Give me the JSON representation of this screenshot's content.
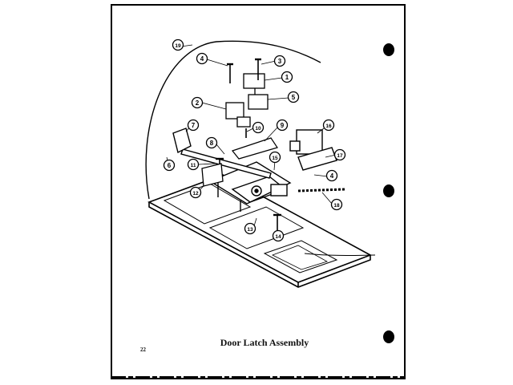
{
  "caption": "Door Latch Assembly",
  "page_number": "22",
  "callouts": [
    {
      "id": "c19",
      "label": "19"
    },
    {
      "id": "c4a",
      "label": "4"
    },
    {
      "id": "c3",
      "label": "3"
    },
    {
      "id": "c1",
      "label": "1"
    },
    {
      "id": "c5",
      "label": "5"
    },
    {
      "id": "c2",
      "label": "2"
    },
    {
      "id": "c16",
      "label": "16"
    },
    {
      "id": "c7",
      "label": "7"
    },
    {
      "id": "c10",
      "label": "10"
    },
    {
      "id": "c9",
      "label": "9"
    },
    {
      "id": "c8",
      "label": "8"
    },
    {
      "id": "c17",
      "label": "17"
    },
    {
      "id": "c6",
      "label": "6"
    },
    {
      "id": "c15",
      "label": "15"
    },
    {
      "id": "c11",
      "label": "11"
    },
    {
      "id": "c4b",
      "label": "4"
    },
    {
      "id": "c12",
      "label": "12"
    },
    {
      "id": "c18",
      "label": "18"
    },
    {
      "id": "c13",
      "label": "13"
    },
    {
      "id": "c14",
      "label": "14"
    }
  ]
}
